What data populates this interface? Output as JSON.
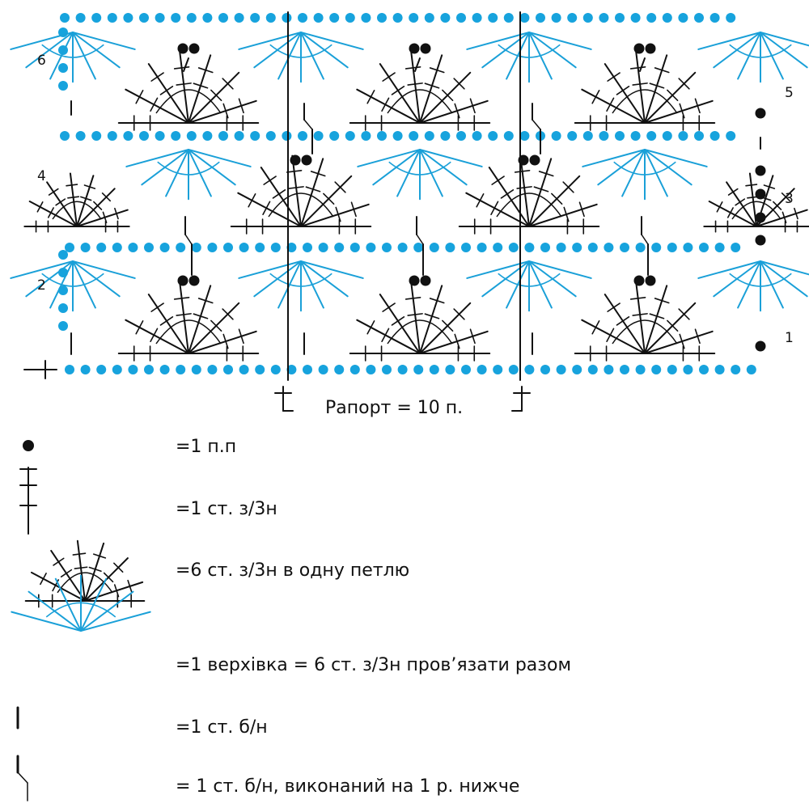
{
  "colors": {
    "chain": "#17A3DD",
    "stitch": "#111111",
    "cluster": "#1AA0D8"
  },
  "row_numbers_left": [
    "6",
    "4",
    "2"
  ],
  "row_numbers_right": [
    "5",
    "3",
    "1"
  ],
  "rapport_label": "Рапорт = 10 п.",
  "legend": [
    {
      "symbol": "slip-stitch-dot",
      "text": "=1 п.п"
    },
    {
      "symbol": "treble-crochet",
      "text": "=1 ст. з/3н"
    },
    {
      "symbol": "shell-six-stitches",
      "text": "=6 ст. з/3н в одну петлю"
    },
    {
      "symbol": "cluster-top",
      "text": "=1 верхівка = 6 ст. з/3н пров’язати разом"
    },
    {
      "symbol": "single-crochet",
      "text": "=1 ст. б/н"
    },
    {
      "symbol": "spike-single-crochet",
      "text": "= 1 ст. б/н, виконаний на 1 р. нижче"
    }
  ]
}
